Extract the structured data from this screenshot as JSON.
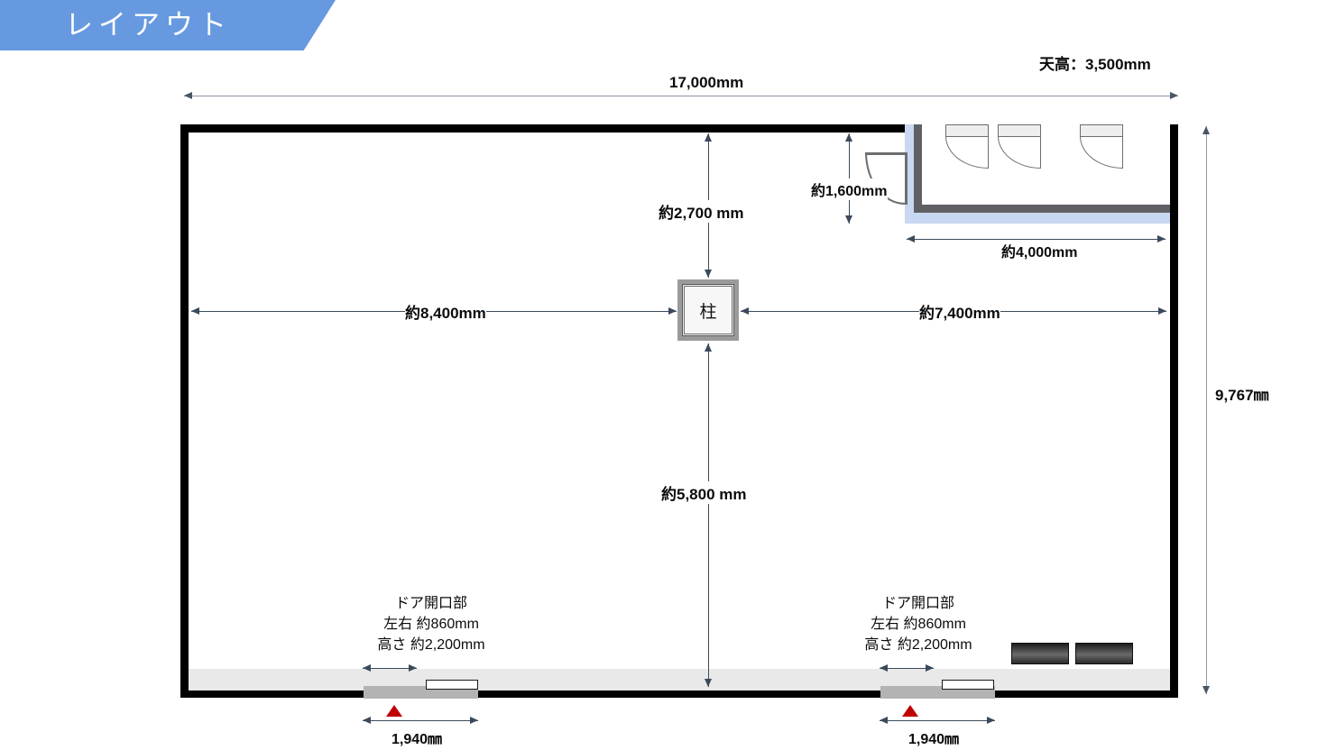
{
  "header": {
    "title": "レイアウト"
  },
  "notes": {
    "ceiling_height": "天高：3,500mm"
  },
  "room": {
    "overall_width": "17,000mm",
    "overall_height": "9,767㎜",
    "pillar_label": "柱",
    "pillar_to_top": "約2,700 mm",
    "pillar_to_bottom": "約5,800 mm",
    "pillar_to_left": "約8,400mm",
    "pillar_to_right": "約7,400mm"
  },
  "restroom": {
    "depth": "約1,600mm",
    "width": "約4,000mm",
    "stall_count": 3
  },
  "doors": [
    {
      "title": "ドア開口部",
      "width_label": "左右 約860mm",
      "height_label": "高さ 約2,200mm",
      "offset_label": "1,940㎜"
    },
    {
      "title": "ドア開口部",
      "width_label": "左右 約860mm",
      "height_label": "高さ 約2,200mm",
      "offset_label": "1,940㎜"
    }
  ],
  "colors": {
    "banner": "#6699e0",
    "wall": "#000000",
    "dimension": "#3b4a5a",
    "marker": "#c00000",
    "restroom_wall": "#c9d8f2"
  }
}
